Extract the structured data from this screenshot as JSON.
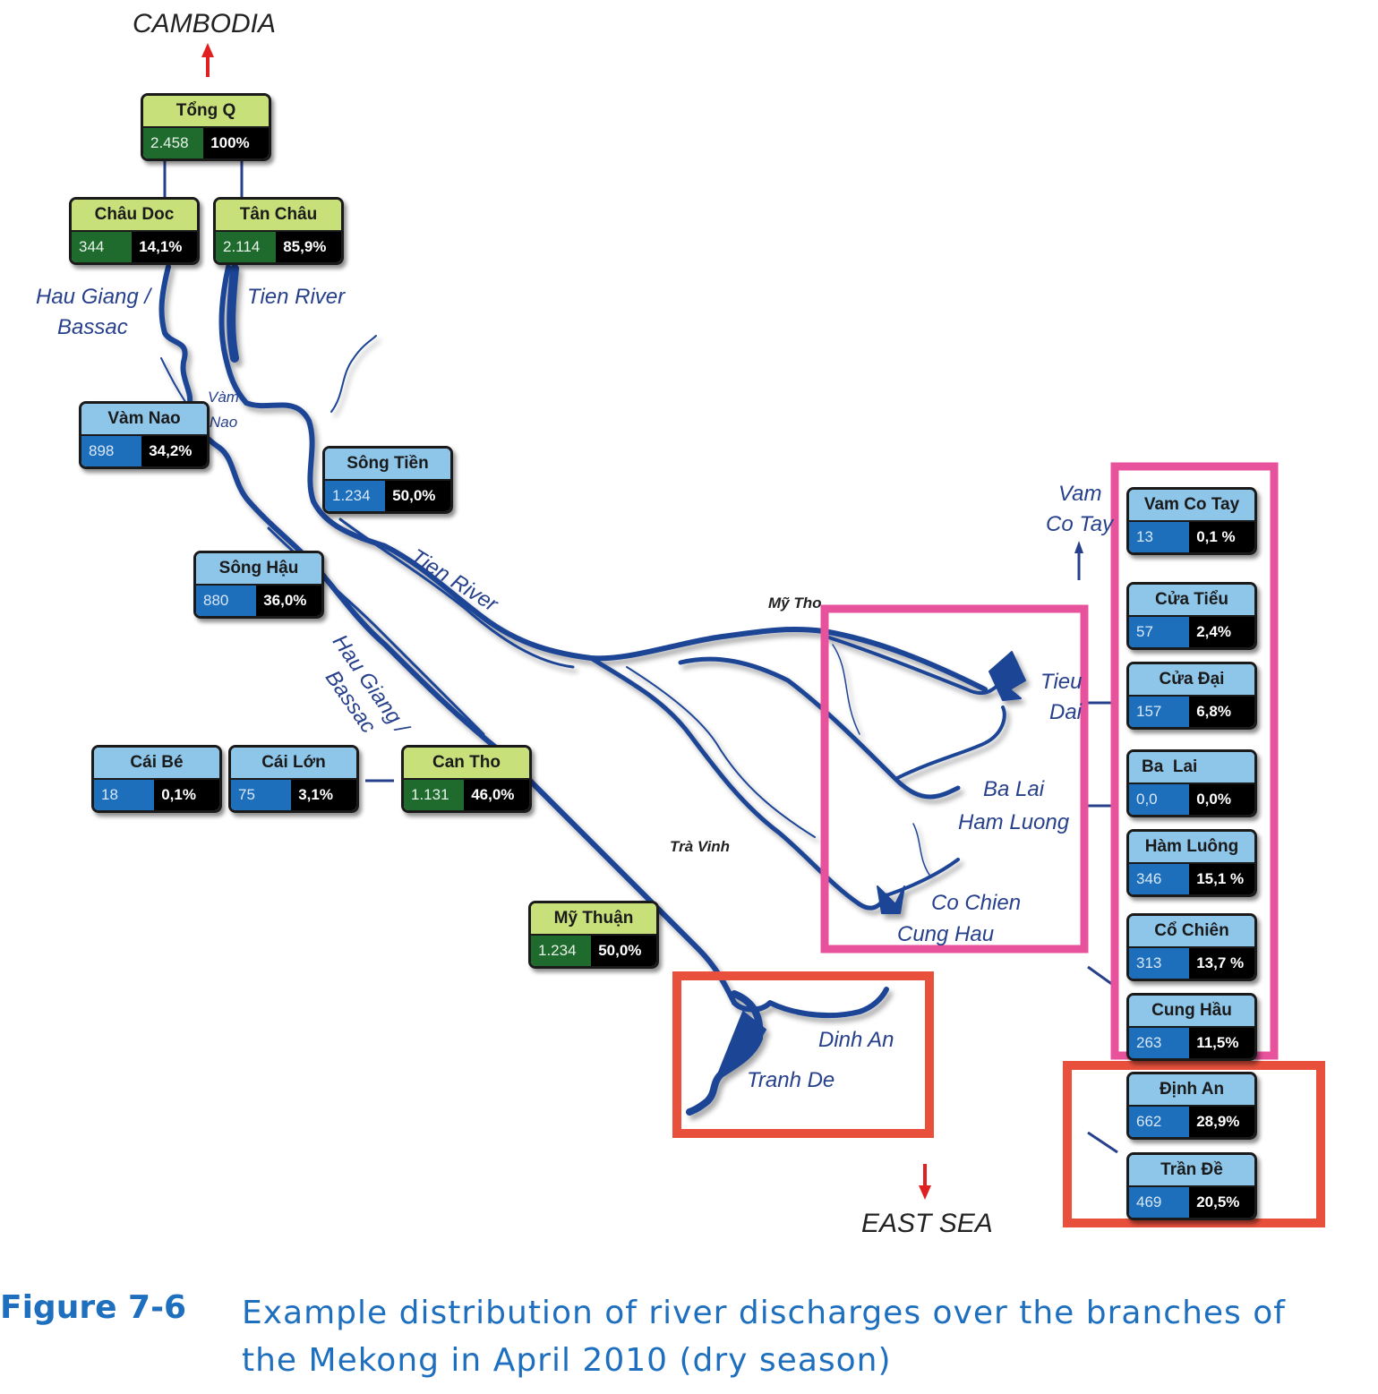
{
  "figure": {
    "number": "Figure 7-6",
    "caption": "Example distribution of river discharges over the branches of the Mekong in April 2010 (dry season)"
  },
  "directions": {
    "north": "CAMBODIA",
    "south": "EAST SEA",
    "arrow_color": "#e02020"
  },
  "colors": {
    "river": "#1e4596",
    "pink_box": "#e8519b",
    "red_box": "#e8503c",
    "header_green": "#c8e07a",
    "value_green": "#1f6b2e",
    "header_blue": "#8ec6ea",
    "value_blue": "#1d6fbb"
  },
  "stations": {
    "tong_q": {
      "name": "Tổng Q",
      "q": "2.458",
      "pct": "100%"
    },
    "chau_doc": {
      "name": "Châu Doc",
      "q": "344",
      "pct": "14,1%"
    },
    "tan_chau": {
      "name": "Tân Châu",
      "q": "2.114",
      "pct": "85,9%"
    },
    "vam_nao": {
      "name": "Vàm Nao",
      "q": "898",
      "pct": "34,2%"
    },
    "song_tien": {
      "name": "Sông Tiền",
      "q": "1.234",
      "pct": "50,0%"
    },
    "song_hau": {
      "name": "Sông Hậu",
      "q": "880",
      "pct": "36,0%"
    },
    "cai_be": {
      "name": "Cái Bé",
      "q": "18",
      "pct": "0,1%"
    },
    "cai_lon": {
      "name": "Cái Lớn",
      "q": "75",
      "pct": "3,1%"
    },
    "can_tho": {
      "name": "Can Tho",
      "q": "1.131",
      "pct": "46,0%"
    },
    "my_thuan": {
      "name": "Mỹ Thuận",
      "q": "1.234",
      "pct": "50,0%"
    },
    "vam_co_tay": {
      "name": "Vam Co Tay",
      "q": "13",
      "pct": "0,1 %"
    },
    "cua_tieu": {
      "name": "Cửa Tiểu",
      "q": "57",
      "pct": "2,4%"
    },
    "cua_dai": {
      "name": "Cửa Đại",
      "q": "157",
      "pct": "6,8%"
    },
    "ba_lai": {
      "name": "Ba  Lai",
      "q": "0,0",
      "pct": "0,0%"
    },
    "ham_luong": {
      "name": "Hàm Luông",
      "q": "346",
      "pct": "15,1 %"
    },
    "co_chien": {
      "name": "Cổ Chiên",
      "q": "313",
      "pct": "13,7 %"
    },
    "cung_hau": {
      "name": "Cung Hầu",
      "q": "263",
      "pct": "11,5%"
    },
    "dinh_an": {
      "name": "Định An",
      "q": "662",
      "pct": "28,9%"
    },
    "tran_de": {
      "name": "Trần Đề",
      "q": "469",
      "pct": "20,5%"
    }
  },
  "map_labels": {
    "hau_giang_1": "Hau Giang /",
    "bassac_1": "Bassac",
    "tien_river_1": "Tien River",
    "vam": "Vàm",
    "nao": "Nao",
    "tien_river_2": "Tien River",
    "hau_giang_2": "Hau Giang /",
    "bassac_2": "Bassac",
    "my_tho": "Mỹ Tho",
    "tra_vinh": "Trà Vinh",
    "vam_co_tay_1": "Vam",
    "vam_co_tay_2": "Co Tay",
    "tieu": "Tieu",
    "dai": "Dai",
    "ba_lai": "Ba Lai",
    "ham_luong": "Ham Luong",
    "co_chien": "Co Chien",
    "cung_hau": "Cung Hau",
    "dinh_an": "Dinh An",
    "tranh_de": "Tranh De"
  }
}
